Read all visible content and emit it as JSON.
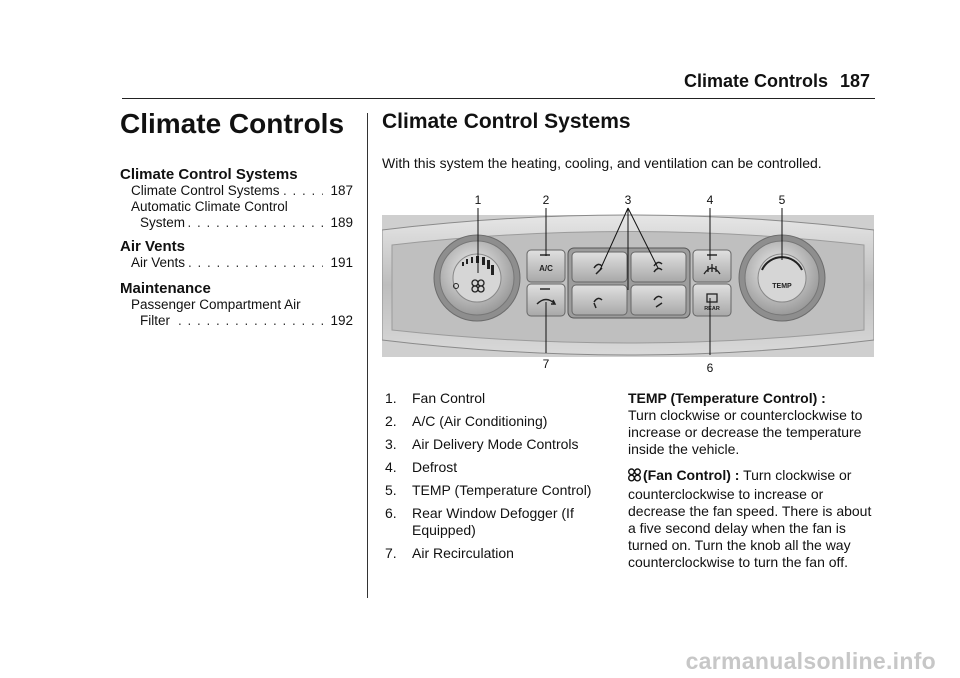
{
  "header": {
    "title": "Climate Controls",
    "page": "187"
  },
  "chapter_title": "Climate Controls",
  "toc": [
    {
      "heading": "Climate Control Systems",
      "entries": [
        {
          "text": "Climate Control Systems",
          "page": "187",
          "indent": false
        },
        {
          "text": "Automatic Climate Control",
          "page": "",
          "indent": false
        },
        {
          "text": "System",
          "page": "189",
          "indent": true
        }
      ]
    },
    {
      "heading": "Air Vents",
      "entries": [
        {
          "text": "Air Vents",
          "page": "191",
          "indent": false
        }
      ]
    },
    {
      "heading": "Maintenance",
      "entries": [
        {
          "text": "Passenger Compartment Air",
          "page": "",
          "indent": false
        },
        {
          "text": "Filter",
          "page": "192",
          "indent": true
        }
      ]
    }
  ],
  "section_title": "Climate Control Systems",
  "intro": "With this system the heating, cooling, and ventilation can be controlled.",
  "figure": {
    "callouts": [
      "1",
      "2",
      "3",
      "4",
      "5",
      "6",
      "7"
    ],
    "ac_label": "A/C",
    "rear_label": "REAR",
    "temp_label": "TEMP",
    "icons": [
      "fan-icon",
      "ac-icon",
      "air-delivery-icon",
      "defrost-icon",
      "temp-knob",
      "rear-defog-icon",
      "recirculation-icon"
    ]
  },
  "list": [
    {
      "n": "1.",
      "text": "Fan Control"
    },
    {
      "n": "2.",
      "text": "A/C (Air Conditioning)"
    },
    {
      "n": "3.",
      "text": "Air Delivery Mode Controls"
    },
    {
      "n": "4.",
      "text": "Defrost"
    },
    {
      "n": "5.",
      "text": "TEMP (Temperature Control)"
    },
    {
      "n": "6.",
      "text": "Rear Window Defogger (If Equipped)"
    },
    {
      "n": "7.",
      "text": "Air Recirculation"
    }
  ],
  "right": {
    "p1_bold": "TEMP (Temperature Control) :",
    "p1_text": "Turn clockwise or counterclockwise to increase or decrease the temperature inside the vehicle.",
    "p2_bold": "(Fan Control) :",
    "p2_text": "Turn clockwise or counterclockwise to increase or decrease the fan speed. There is about a five second delay when the fan is turned on. Turn the knob all the way counterclockwise to turn the fan off."
  },
  "watermark": "carmanualsonline.info"
}
